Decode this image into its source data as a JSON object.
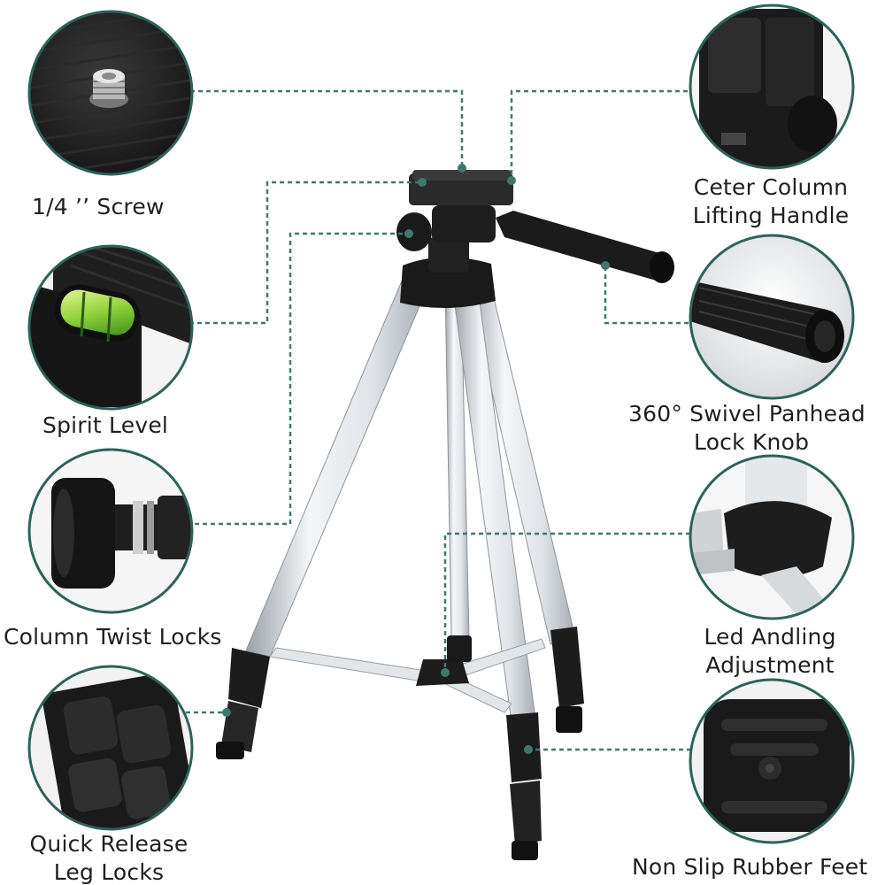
{
  "labels": {
    "screw": "1/4 ’’ Screw",
    "spirit_level": "Spirit Level",
    "column_twist_locks": "Column Twist Locks",
    "quick_release_1": "Quick Release",
    "quick_release_2": "Leg Locks",
    "lifting_1": "Ceter Column",
    "lifting_2": "Lifting Handle",
    "swivel_1": "360° Swivel Panhead",
    "swivel_2": "Lock Knob",
    "led_1": "Led Andling",
    "led_2": "Adjustment",
    "feet": "Non Slip Rubber Feet"
  },
  "colors": {
    "connector": "#3f7770",
    "circle_ring": "#2f615b",
    "text": "#1f1f1f",
    "leg_silver": "#d9dde1",
    "plastic_black": "#1b1b1b"
  },
  "icons": [
    "screw-detail",
    "spirit-level-detail",
    "twist-lock-detail",
    "leg-lock-detail",
    "lifting-handle-detail",
    "panhead-knob-detail",
    "angle-adjust-detail",
    "rubber-foot-detail"
  ]
}
